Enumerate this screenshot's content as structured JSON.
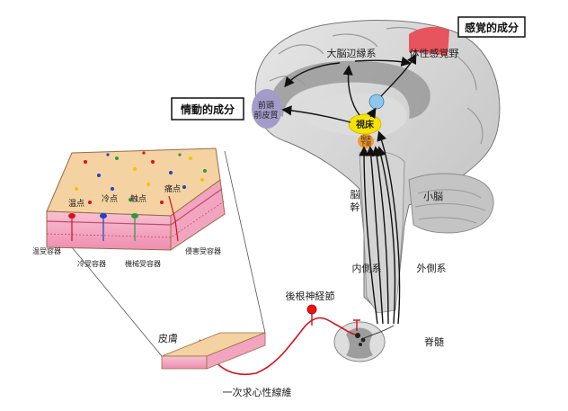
{
  "labels": {
    "sensory_component": "感覚的成分",
    "emotional_component": "情動的成分",
    "limbic_system": "大脳辺縁系",
    "somatosensory_cortex": "体性感覚野",
    "prefrontal_1": "前頭",
    "prefrontal_2": "前皮質",
    "thalamus": "視床",
    "hypothalamus_1": "視床",
    "hypothalamus_2": "下部",
    "brainstem_1": "脳",
    "brainstem_2": "幹",
    "cerebellum": "小脳",
    "medial_system": "内側系",
    "lateral_system": "外側系",
    "drg": "後根神経節",
    "spinal_cord": "脊髄",
    "skin": "皮膚",
    "primary_afferent": "一次求心性線維",
    "warm_point": "温点",
    "cold_point": "冷点",
    "touch_point": "触点",
    "pain_point": "痛点",
    "warm_receptor": "温受容器",
    "cold_receptor": "冷受容器",
    "mechano_receptor": "機械受容器",
    "nociceptor": "侵害受容器"
  },
  "colors": {
    "brain_gray": "#c9c9c9",
    "limbic_dark": "#9a9a9a",
    "cortex_red": "#e8545d",
    "prefrontal_purple": "#a39cc9",
    "thalamus_yellow": "#f6e400",
    "hypothalamus_orange": "#f39b2b",
    "blue_node": "#8fc6ec",
    "nerve_red": "#d7101b",
    "skin_top": "#f4d2a2",
    "skin_side": "#f2a5bf"
  }
}
